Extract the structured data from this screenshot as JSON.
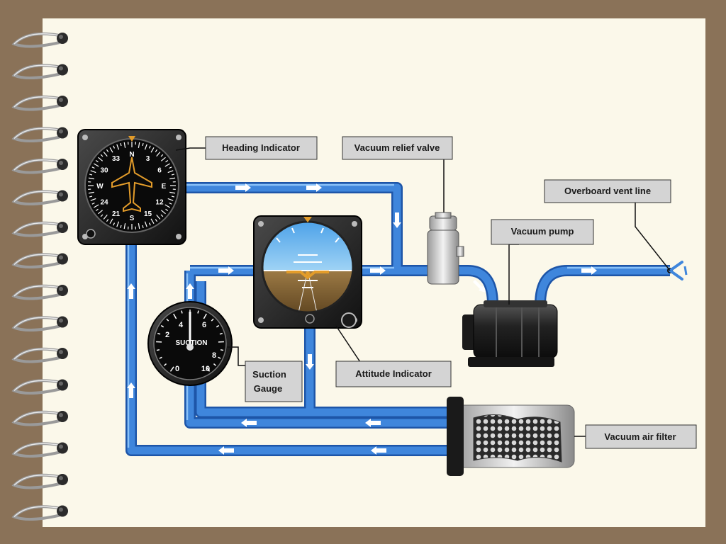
{
  "labels": {
    "heading_indicator": "Heading Indicator",
    "vacuum_relief_valve": "Vacuum relief valve",
    "overboard_vent_line": "Overboard vent line",
    "vacuum_pump": "Vacuum pump",
    "suction_gauge_line1": "Suction",
    "suction_gauge_line2": "Gauge",
    "attitude_indicator": "Attitude Indicator",
    "vacuum_air_filter": "Vacuum air filter"
  },
  "gauge_text": {
    "suction_word": "SUCTION",
    "suction_ticks": [
      "2",
      "4",
      "6",
      "8",
      "10",
      "0"
    ],
    "compass_marks": [
      "N",
      "3",
      "6",
      "E",
      "12",
      "15",
      "S",
      "21",
      "24",
      "W",
      "30",
      "33"
    ]
  },
  "colors": {
    "tube": "#3f86dc",
    "tube_edge": "#1d55a8",
    "tube_highlight": "#9cd0ff",
    "label_box": "#d4d4d4",
    "page": "#fbf8ea",
    "frame": "#8a7258"
  },
  "icons": [
    "spiral-binding-ring",
    "heading-indicator-icon",
    "attitude-indicator-icon",
    "suction-gauge-icon",
    "vacuum-pump-icon",
    "relief-valve-icon",
    "air-filter-icon",
    "vent-outlet-icon",
    "flow-arrow-icon"
  ]
}
